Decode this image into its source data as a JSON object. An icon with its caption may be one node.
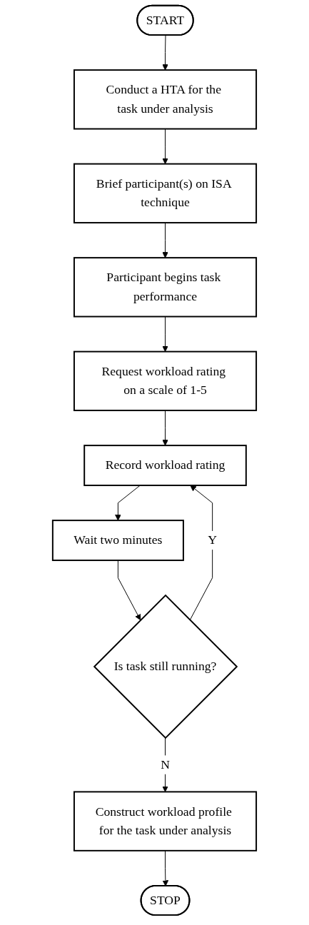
{
  "diagram": {
    "nodes": [
      {
        "text": [
          "START"
        ]
      },
      {
        "text": [
          "Conduct a HTA for the task under analysis"
        ]
      },
      {
        "text": [
          "Brief participant(s) on ISA technique"
        ]
      },
      {
        "text": [
          "Participant begins task performance"
        ]
      },
      {
        "text": [
          "Request workload rating on a scale of 1-5"
        ]
      },
      {
        "text": [
          "Record workload rating"
        ]
      },
      {
        "text": [
          "Wait two minutes"
        ]
      },
      {
        "text": [
          "Is task still running?"
        ]
      },
      {
        "text": [
          "Construct workload profile for the task under analysis"
        ]
      },
      {
        "text": [
          "STOP"
        ]
      }
    ],
    "edges": [
      {
        "from": 0,
        "to": 1,
        "arrow": "to"
      },
      {
        "from": 1,
        "to": 2,
        "arrow": "to"
      },
      {
        "from": 2,
        "to": 3,
        "arrow": "to"
      },
      {
        "from": 3,
        "to": 4,
        "arrow": "to"
      },
      {
        "from": 4,
        "to": 5,
        "arrow": "to"
      },
      {
        "from": 5,
        "to": 6,
        "arrow": "to"
      },
      {
        "from": 6,
        "to": 7,
        "arrow": "to"
      },
      {
        "from": 7,
        "to": 5,
        "arrow": "to",
        "label": "Y"
      },
      {
        "from": 7,
        "to": 8,
        "arrow": "to",
        "label": "N"
      },
      {
        "from": 8,
        "to": 9,
        "arrow": "to"
      }
    ]
  }
}
